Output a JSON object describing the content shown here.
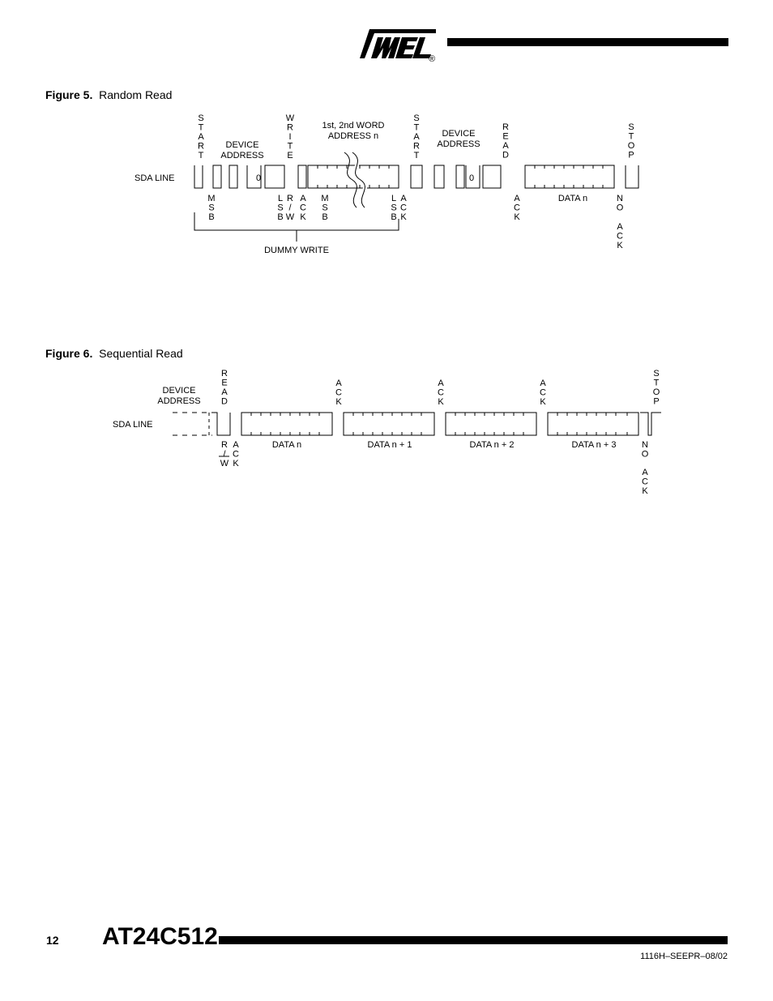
{
  "header": {
    "logo_text": "ATMEL",
    "registered_mark": "®"
  },
  "figure5": {
    "label": "Figure 5.",
    "title": "Random Read",
    "sda_line": "SDA LINE",
    "start": "START",
    "device_address": "DEVICE ADDRESS",
    "write": "WRITE",
    "word_address": [
      "1st, 2nd WORD",
      "ADDRESS n"
    ],
    "start2": "START",
    "device_address2": "DEVICE ADDRESS",
    "read": "READ",
    "stop": "STOP",
    "zero_bit": "0",
    "msb": "MSB",
    "lsb": "LSB",
    "rw": "R/W",
    "ack": "ACK",
    "data_n": "DATA n",
    "no": "NO",
    "dummy_write": "DUMMY WRITE"
  },
  "figure6": {
    "label": "Figure 6.",
    "title": "Sequential Read",
    "sda_line": "SDA LINE",
    "device_address": "DEVICE ADDRESS",
    "read": "READ",
    "ack": "ACK",
    "stop": "STOP",
    "rw": "R/W",
    "data": [
      "DATA n",
      "DATA n + 1",
      "DATA n + 2",
      "DATA n + 3"
    ],
    "no": "NO"
  },
  "footer": {
    "page_number": "12",
    "product": "AT24C512",
    "doc_code": "1116H–SEEPR–08/02"
  }
}
